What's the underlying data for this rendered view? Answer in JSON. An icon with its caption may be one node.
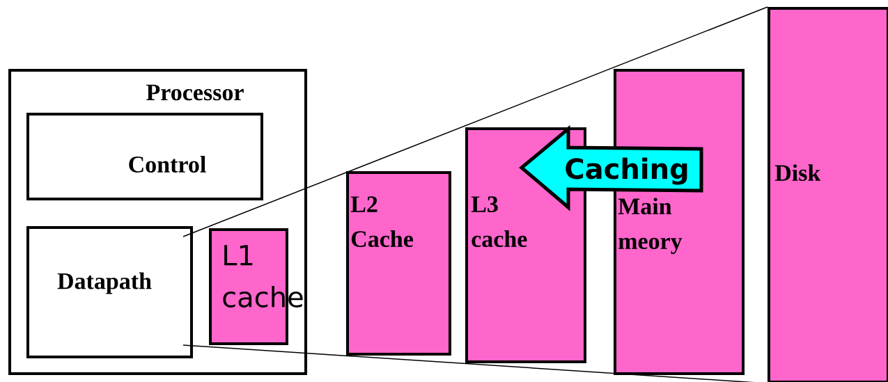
{
  "diagram": {
    "nodes": [
      {
        "text": [
          "Processor"
        ]
      },
      {
        "text": [
          "Control"
        ],
        "in": 0
      },
      {
        "text": [
          "Datapath"
        ],
        "in": 0
      },
      {
        "text": [
          "L1 cache"
        ],
        "in": 0
      },
      {
        "text": [
          "L2 Cache"
        ]
      },
      {
        "text": [
          "L3 cache"
        ]
      },
      {
        "text": [
          "Main meory"
        ]
      },
      {
        "text": [
          "Disk"
        ]
      }
    ],
    "edges": [
      {
        "from": 2,
        "to": 7,
        "arrow": "none"
      },
      {
        "from": 2,
        "to": 7,
        "arrow": "none"
      },
      {
        "from": 6,
        "to": 5,
        "arrow": "to",
        "label": "Caching",
        "style": "thick"
      }
    ]
  }
}
